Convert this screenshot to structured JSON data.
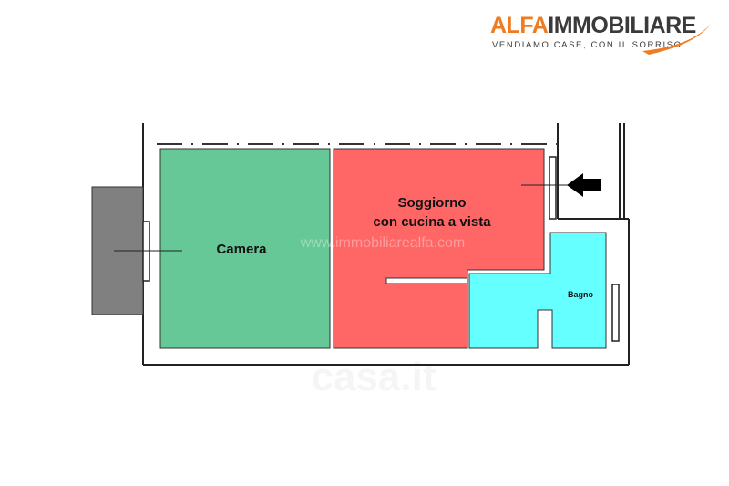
{
  "logo": {
    "brand_part1": "ALFA",
    "brand_part2": "IMMOBILIARE",
    "tagline": "VENDIAMO CASE, CON IL SORRISO"
  },
  "rooms": {
    "camera": {
      "label": "Camera",
      "color": "#66c896"
    },
    "soggiorno": {
      "label_line1": "Soggiorno",
      "label_line2": "con cucina a vista",
      "color": "#ff6666"
    },
    "bagno": {
      "label": "Bagno",
      "color": "#66ffff"
    },
    "balcony": {
      "color": "#808080"
    }
  },
  "watermarks": {
    "site": "www.immobiliarealfa.com",
    "portal": "casa.it"
  },
  "entrance": {
    "icon": "arrow-left-icon"
  }
}
